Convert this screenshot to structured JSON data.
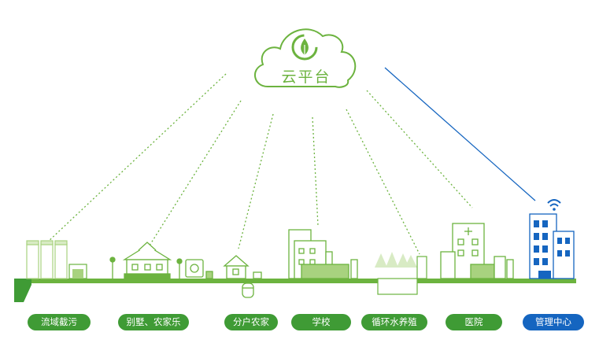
{
  "platform": {
    "label": "云平台"
  },
  "colors": {
    "green": "#6cb33f",
    "light_green": "#a8d27f",
    "blue": "#1565c0",
    "dark_green": "#3f9b35"
  },
  "nodes": [
    {
      "id": "basin",
      "label": "流域截污",
      "kind": "green"
    },
    {
      "id": "villa",
      "label": "别墅、农家乐",
      "kind": "green"
    },
    {
      "id": "household",
      "label": "分户农家",
      "kind": "green"
    },
    {
      "id": "school",
      "label": "学校",
      "kind": "green"
    },
    {
      "id": "farming",
      "label": "循环水养殖",
      "kind": "green"
    },
    {
      "id": "hospital",
      "label": "医院",
      "kind": "green"
    },
    {
      "id": "management",
      "label": "管理中心",
      "kind": "blue"
    }
  ]
}
